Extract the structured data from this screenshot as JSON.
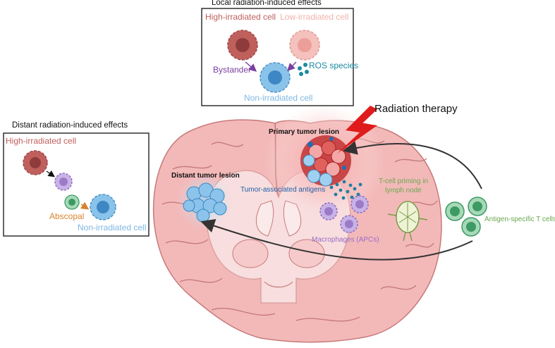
{
  "local_panel": {
    "title": "Local radiation-induced effects",
    "high_irradiated": "High-irradiated cell",
    "low_irradiated": "Low-irradiated cell",
    "bystander": "Bystander",
    "ros": "ROS species",
    "non_irradiated": "Non-irradiated cell"
  },
  "distant_panel": {
    "title": "Distant radiation-induced effects",
    "high_irradiated": "High-irradiated cell",
    "abscopal": "Abscopal",
    "non_irradiated": "Non-irradiated cell"
  },
  "main": {
    "radiation_therapy": "Radiation therapy",
    "primary_tumor": "Primary tumor lesion",
    "distant_tumor": "Distant tumor lesion",
    "tumor_antigens": "Tumor-associated antigens",
    "tcell_priming": "T-cell priming in\nlymph node",
    "antigen_t_cells": "Antigen-specific T cells",
    "macrophages": "Macrophages (APCs)"
  },
  "colors": {
    "high_cell": "#c0605d",
    "low_cell": "#f2b2ad",
    "non_irr_cell": "#7fb7e3",
    "bystander_purple": "#7a3fa0",
    "ros_teal": "#1a8aa0",
    "abscopal_orange": "#d9822b",
    "green_text": "#6aa84f",
    "macrophage_purple": "#9b6bc6",
    "brain_pink": "#f2b8b8",
    "lightning_red": "#e01b1b"
  }
}
